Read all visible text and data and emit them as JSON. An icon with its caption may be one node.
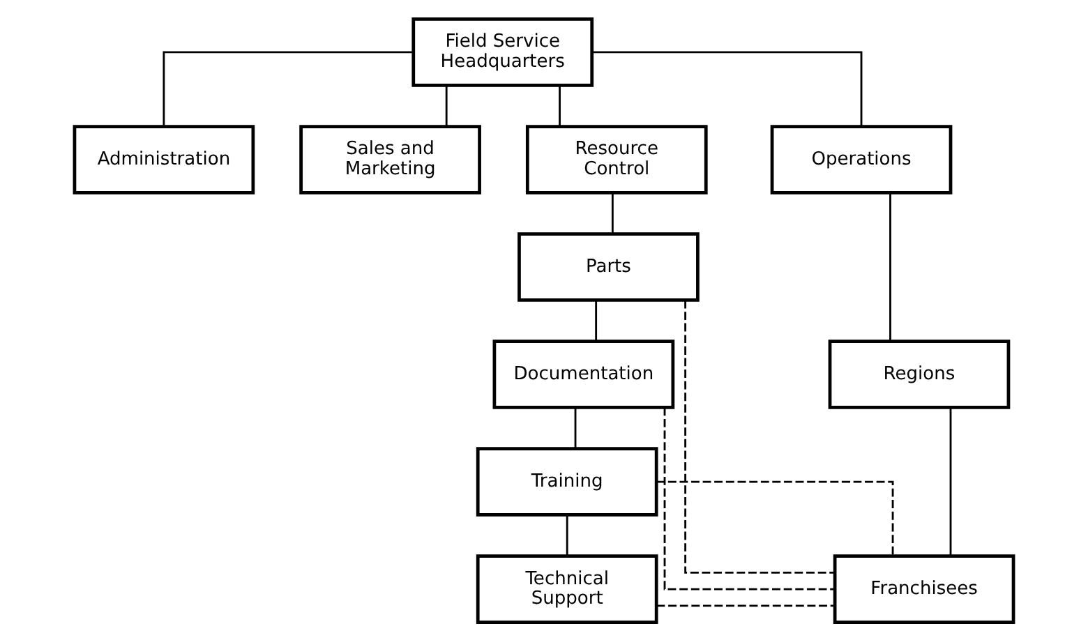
{
  "diagram": {
    "nodes": [
      {
        "text": [
          "Field Service Headquarters"
        ]
      },
      {
        "text": [
          "Administration"
        ]
      },
      {
        "text": [
          "Sales and Marketing"
        ]
      },
      {
        "text": [
          "Resource Control"
        ]
      },
      {
        "text": [
          "Operations"
        ]
      },
      {
        "text": [
          "Parts"
        ]
      },
      {
        "text": [
          "Documentation"
        ]
      },
      {
        "text": [
          "Training"
        ]
      },
      {
        "text": [
          "Technical Support"
        ]
      },
      {
        "text": [
          "Regions"
        ]
      },
      {
        "text": [
          "Franchisees"
        ]
      }
    ],
    "edges": [
      {
        "from": 0,
        "to": 1,
        "arrow": "none"
      },
      {
        "from": 0,
        "to": 2,
        "arrow": "none"
      },
      {
        "from": 0,
        "to": 3,
        "arrow": "none"
      },
      {
        "from": 0,
        "to": 4,
        "arrow": "none"
      },
      {
        "from": 3,
        "to": 5,
        "arrow": "none"
      },
      {
        "from": 5,
        "to": 6,
        "arrow": "none"
      },
      {
        "from": 6,
        "to": 7,
        "arrow": "none"
      },
      {
        "from": 7,
        "to": 8,
        "arrow": "none"
      },
      {
        "from": 4,
        "to": 9,
        "arrow": "none"
      },
      {
        "from": 9,
        "to": 10,
        "arrow": "none"
      },
      {
        "from": 5,
        "to": 10,
        "arrow": "none",
        "style": "dashed"
      },
      {
        "from": 6,
        "to": 10,
        "arrow": "none",
        "style": "dashed"
      },
      {
        "from": 7,
        "to": 10,
        "arrow": "none",
        "style": "dashed"
      },
      {
        "from": 8,
        "to": 10,
        "arrow": "none",
        "style": "dashed"
      }
    ]
  }
}
